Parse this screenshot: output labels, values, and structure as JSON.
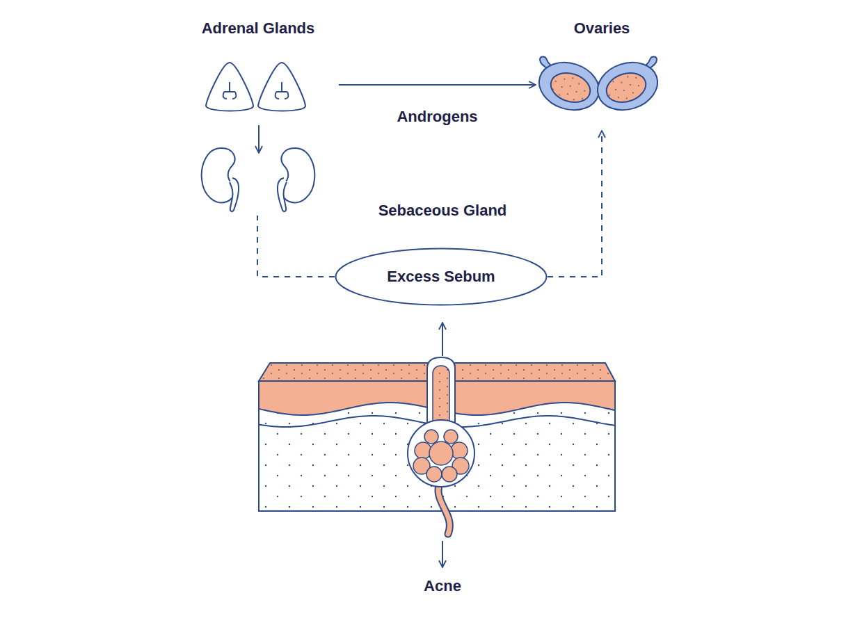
{
  "diagram": {
    "nodes": [
      {
        "text": [
          "Adrenal Glands"
        ]
      },
      {
        "text": [
          "Ovaries"
        ]
      },
      {
        "text": [
          "Excess Sebum"
        ]
      }
    ],
    "edges": [
      {
        "from": 0,
        "to": 1,
        "label": "Androgens",
        "arrow": "to"
      },
      {
        "from": 2,
        "to": 0,
        "arrow": "none"
      },
      {
        "from": 2,
        "to": 1,
        "arrow": "to"
      }
    ],
    "labels": [
      "Sebaceous Gland",
      "Acne"
    ]
  }
}
